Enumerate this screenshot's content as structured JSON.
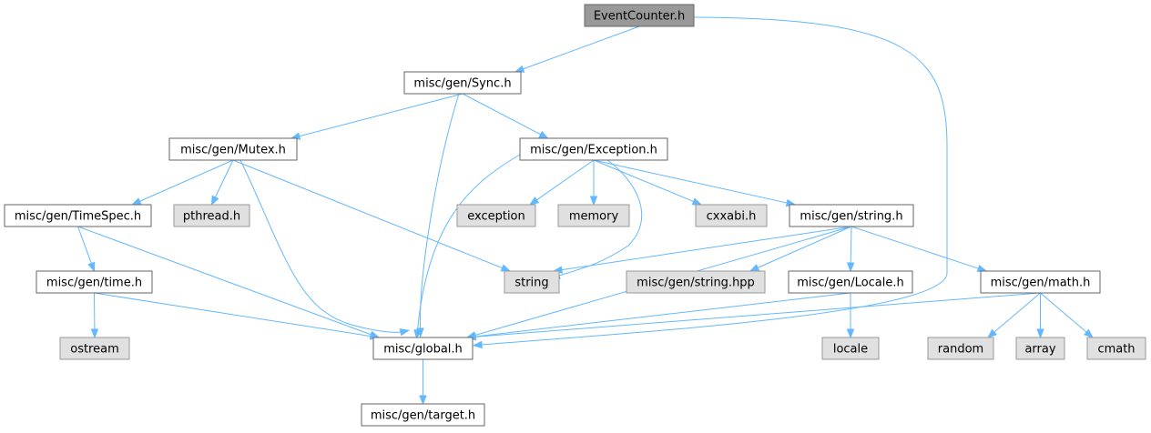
{
  "colors": {
    "edge": "#63b8ff",
    "root_fill": "#999999",
    "root_border": "#666666",
    "project_fill": "#ffffff",
    "project_border": "#666666",
    "system_fill": "#e0e0e0",
    "system_border": "#999999"
  },
  "nodes": {
    "event_counter": {
      "label": "EventCounter.h",
      "kind": "root"
    },
    "sync": {
      "label": "misc/gen/Sync.h",
      "kind": "project"
    },
    "mutex": {
      "label": "misc/gen/Mutex.h",
      "kind": "project"
    },
    "exception_h": {
      "label": "misc/gen/Exception.h",
      "kind": "project"
    },
    "timespec": {
      "label": "misc/gen/TimeSpec.h",
      "kind": "project"
    },
    "pthread": {
      "label": "pthread.h",
      "kind": "system"
    },
    "exception": {
      "label": "exception",
      "kind": "system"
    },
    "memory": {
      "label": "memory",
      "kind": "system"
    },
    "cxxabi": {
      "label": "cxxabi.h",
      "kind": "system"
    },
    "string_h": {
      "label": "misc/gen/string.h",
      "kind": "project"
    },
    "time": {
      "label": "misc/gen/time.h",
      "kind": "project"
    },
    "string": {
      "label": "string",
      "kind": "system"
    },
    "string_hpp": {
      "label": "misc/gen/string.hpp",
      "kind": "system"
    },
    "locale_h": {
      "label": "misc/gen/Locale.h",
      "kind": "project"
    },
    "math": {
      "label": "misc/gen/math.h",
      "kind": "project"
    },
    "ostream": {
      "label": "ostream",
      "kind": "system"
    },
    "global": {
      "label": "misc/global.h",
      "kind": "project"
    },
    "locale": {
      "label": "locale",
      "kind": "system"
    },
    "random": {
      "label": "random",
      "kind": "system"
    },
    "array": {
      "label": "array",
      "kind": "system"
    },
    "cmath": {
      "label": "cmath",
      "kind": "system"
    },
    "target": {
      "label": "misc/gen/target.h",
      "kind": "project"
    }
  },
  "edges": [
    [
      "event_counter",
      "sync"
    ],
    [
      "event_counter",
      "global"
    ],
    [
      "sync",
      "mutex"
    ],
    [
      "sync",
      "global"
    ],
    [
      "sync",
      "exception_h"
    ],
    [
      "mutex",
      "timespec"
    ],
    [
      "mutex",
      "pthread"
    ],
    [
      "mutex",
      "global"
    ],
    [
      "mutex",
      "string"
    ],
    [
      "exception_h",
      "global"
    ],
    [
      "exception_h",
      "exception"
    ],
    [
      "exception_h",
      "memory"
    ],
    [
      "exception_h",
      "string"
    ],
    [
      "exception_h",
      "cxxabi"
    ],
    [
      "exception_h",
      "string_h"
    ],
    [
      "timespec",
      "time"
    ],
    [
      "timespec",
      "global"
    ],
    [
      "time",
      "ostream"
    ],
    [
      "time",
      "global"
    ],
    [
      "string_h",
      "string"
    ],
    [
      "string_h",
      "string_hpp"
    ],
    [
      "string_h",
      "global"
    ],
    [
      "string_h",
      "locale_h"
    ],
    [
      "string_h",
      "math"
    ],
    [
      "locale_h",
      "global"
    ],
    [
      "locale_h",
      "locale"
    ],
    [
      "math",
      "global"
    ],
    [
      "math",
      "random"
    ],
    [
      "math",
      "array"
    ],
    [
      "math",
      "cmath"
    ],
    [
      "global",
      "target"
    ]
  ]
}
